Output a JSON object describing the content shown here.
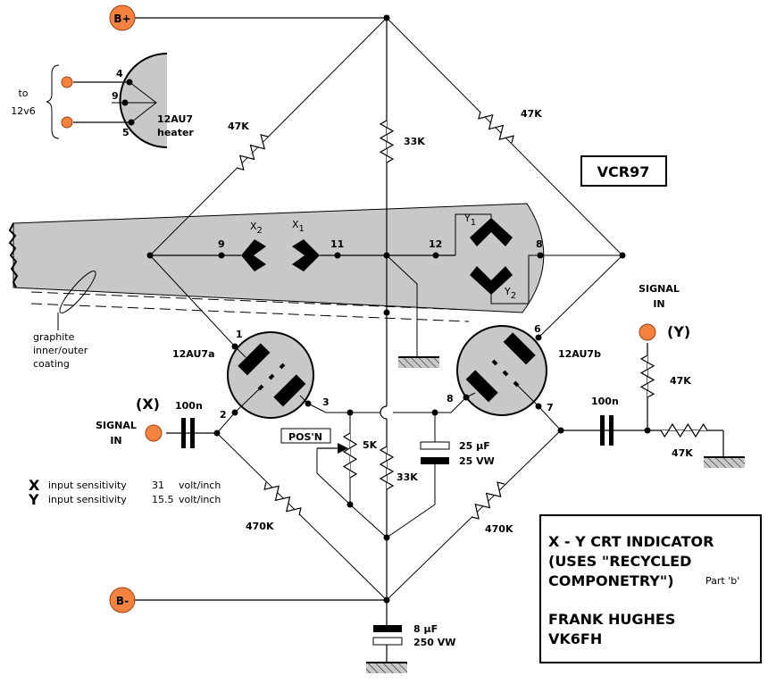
{
  "title": "X - Y CRT Indicator schematic",
  "colors": {
    "terminal": "#f5823f",
    "glass": "#c8c8c8",
    "ink": "#000000"
  },
  "supply": {
    "positive": "B+",
    "negative": "B-"
  },
  "heater": {
    "to": "to",
    "supply": "12v6",
    "pins": [
      "4",
      "9",
      "5"
    ],
    "tube": "12AU7",
    "label": "heater"
  },
  "crt": {
    "type": "VCR97",
    "pins": {
      "x2_pin": "9",
      "x1_pin": "11",
      "y_pin": "12",
      "y2_pin": "8"
    },
    "plates": {
      "x2": "X",
      "x2_sub": "2",
      "x1": "X",
      "x1_sub": "1",
      "y1": "Y",
      "y1_sub": "1",
      "y2": "Y",
      "y2_sub": "2"
    },
    "coating": [
      "graphite",
      "inner/outer",
      "coating"
    ]
  },
  "tubes": {
    "a": {
      "name": "12AU7a",
      "pins": [
        "1",
        "2",
        "3"
      ]
    },
    "b": {
      "name": "12AU7b",
      "pins": [
        "6",
        "7",
        "8"
      ]
    }
  },
  "components": {
    "r_top_left": "47K",
    "r_top_mid": "33K",
    "r_top_right": "47K",
    "r_bot_mid": "33K",
    "r_bot_left": "470K",
    "r_bot_right": "470K",
    "pot": "5K",
    "pot_label": "POS'N",
    "c_x": "100n",
    "c_y": "100n",
    "c_cath_value": "25 µF",
    "c_cath_rating": "25 VW",
    "c_supply_value": "8 µF",
    "c_supply_rating": "250 VW",
    "r_y_in": "47K",
    "r_y_gnd": "47K"
  },
  "inputs": {
    "x": {
      "axis": "(X)",
      "line1": "SIGNAL",
      "line2": "IN"
    },
    "y": {
      "axis": "(Y)",
      "line1": "SIGNAL",
      "line2": "IN"
    }
  },
  "sensitivity": [
    {
      "axis": "X",
      "text": "input sensitivity",
      "value": "31",
      "unit": "volt/inch"
    },
    {
      "axis": "Y",
      "text": "input sensitivity",
      "value": "15.5",
      "unit": "volt/inch"
    }
  ],
  "title_block": {
    "line1": "X - Y CRT  INDICATOR",
    "line2": "(USES \"RECYCLED",
    "line3": "COMPONETRY\")",
    "part": "Part 'b'",
    "author": "FRANK  HUGHES",
    "callsign": "VK6FH"
  }
}
